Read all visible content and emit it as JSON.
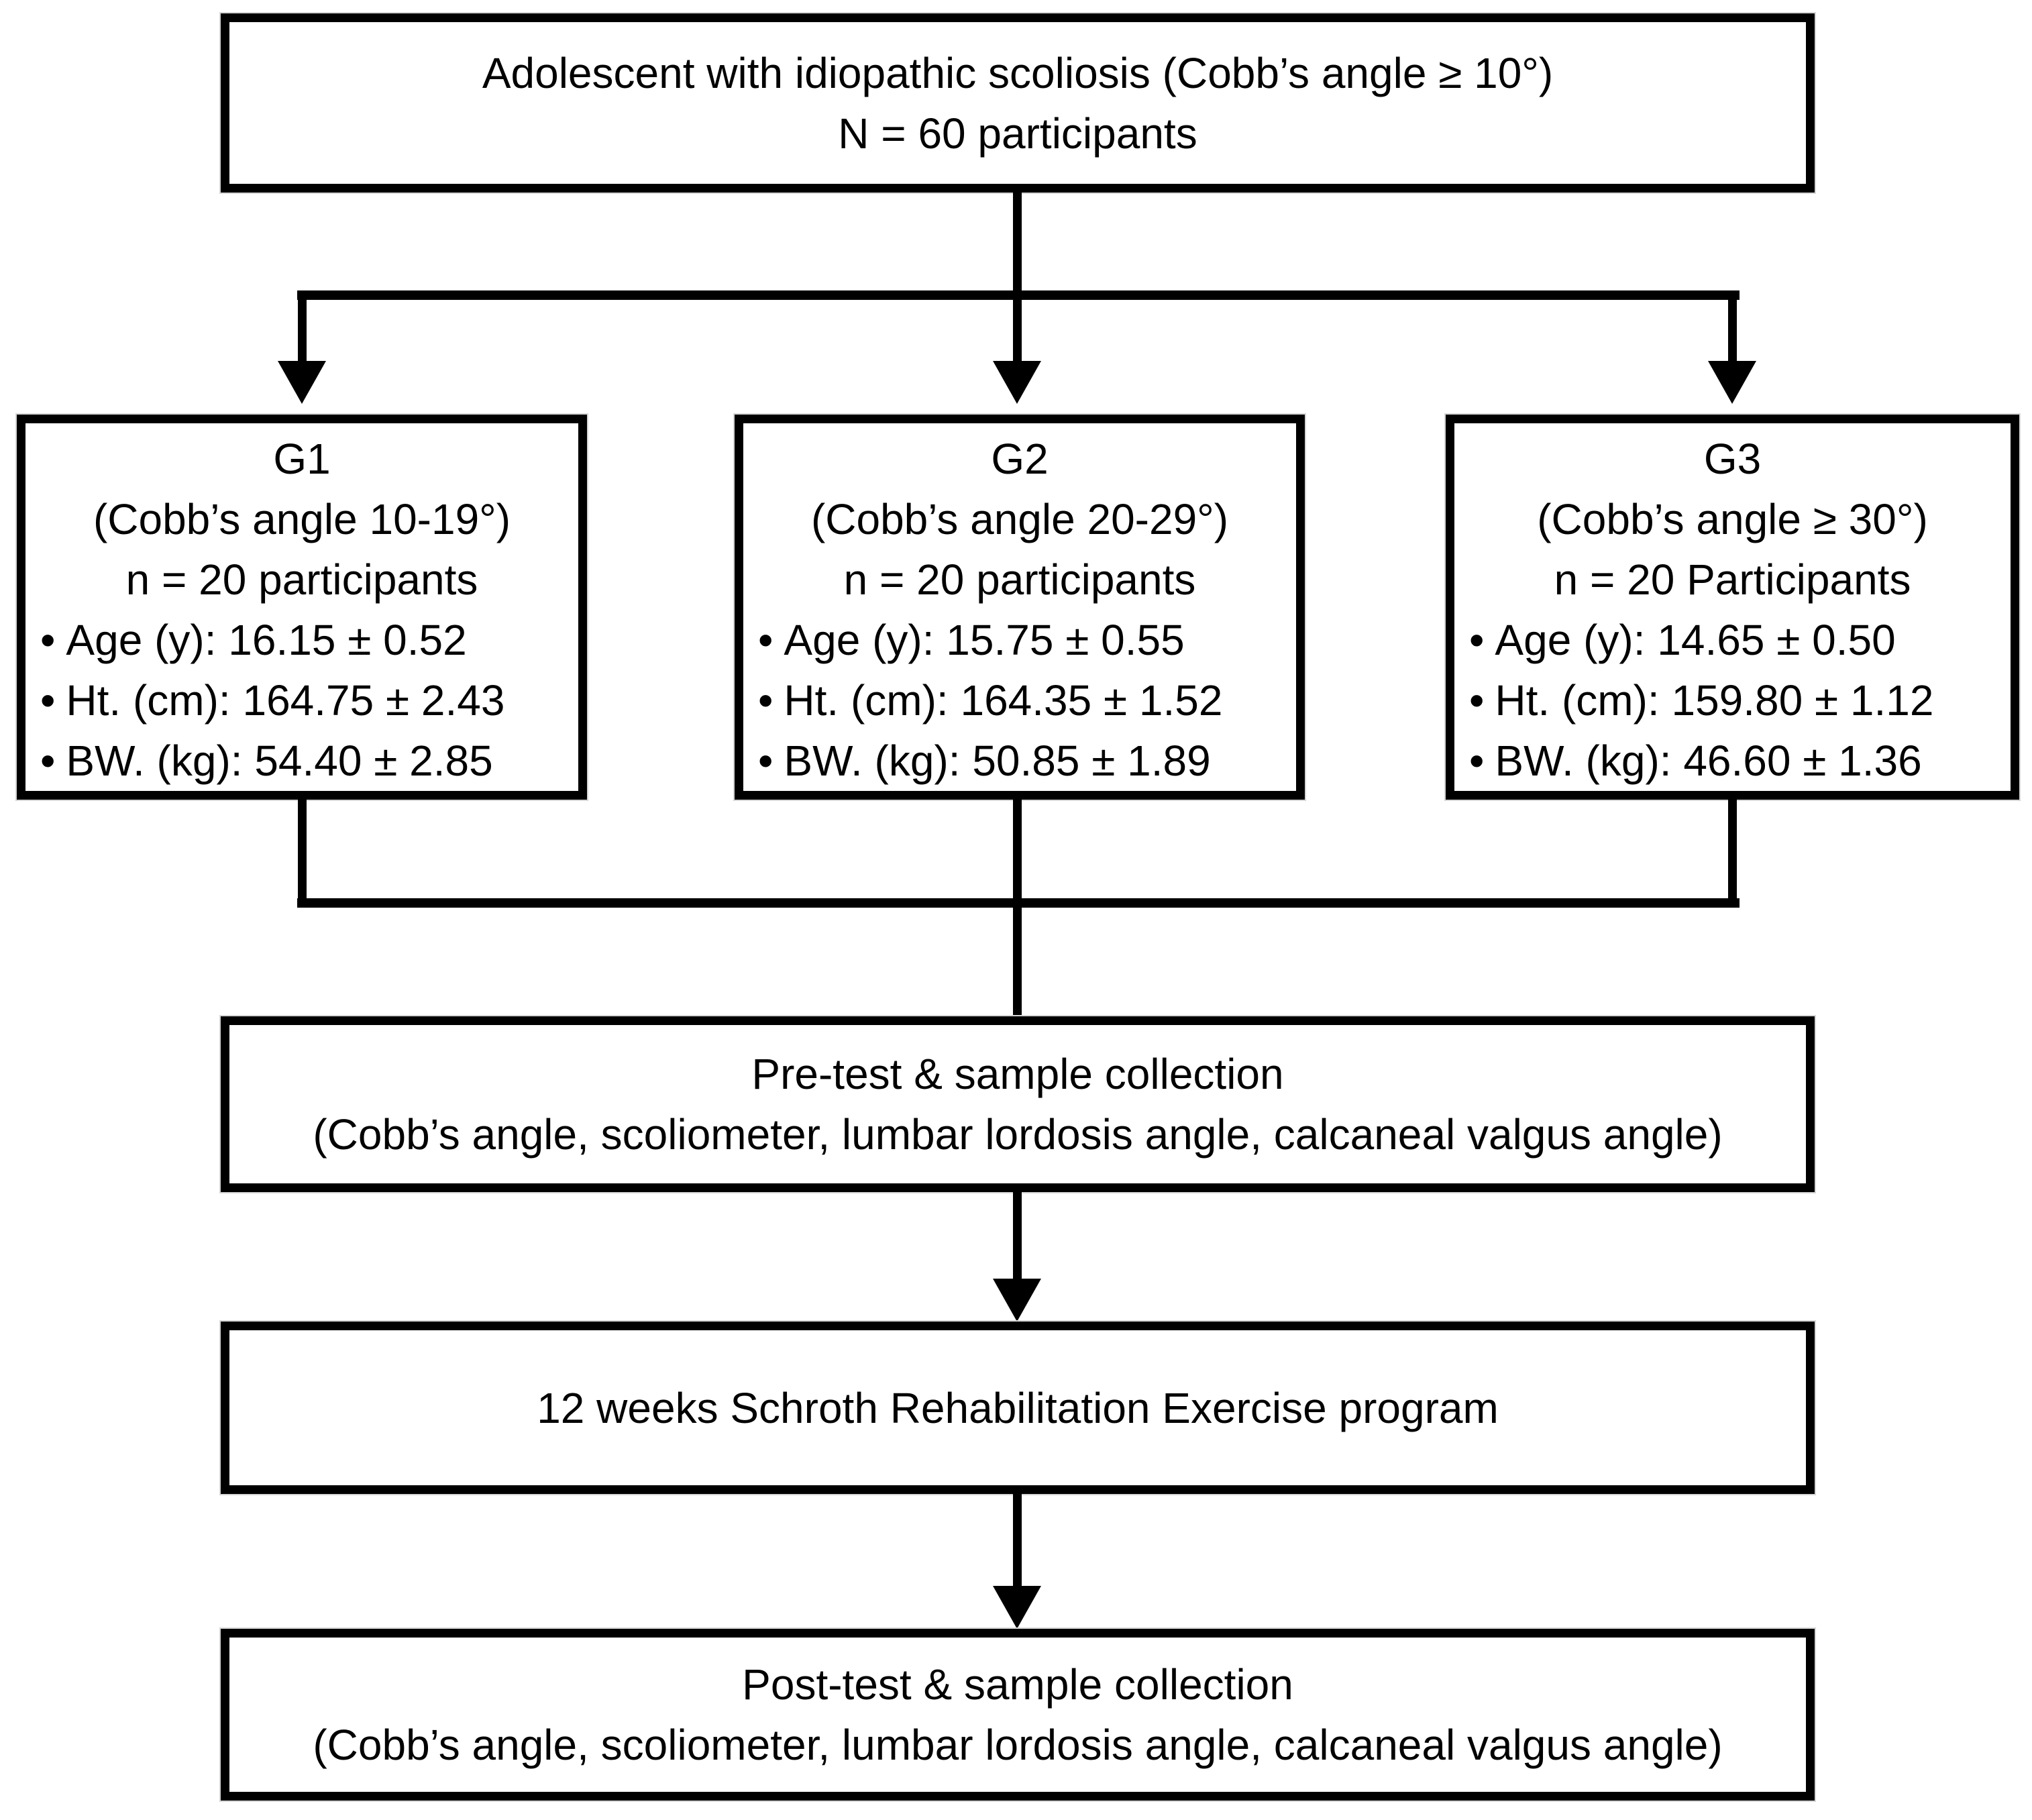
{
  "colors": {
    "ink": "#000000",
    "background": "#ffffff"
  },
  "bullet_char": "•",
  "top_box": {
    "line1": "Adolescent with idiopathic scoliosis (Cobb’s angle ≥ 10°)",
    "line2": "N = 60 participants"
  },
  "groups": [
    {
      "name": "G1",
      "cobb": "(Cobb’s angle 10-19°)",
      "n": "n = 20 participants",
      "age": "Age (y): 16.15 ± 0.52",
      "height": "Ht. (cm): 164.75 ± 2.43",
      "weight": "BW. (kg): 54.40 ± 2.85"
    },
    {
      "name": "G2",
      "cobb": "(Cobb’s angle 20-29°)",
      "n": "n = 20 participants",
      "age": "Age (y): 15.75 ± 0.55",
      "height": "Ht. (cm): 164.35 ± 1.52",
      "weight": "BW. (kg): 50.85 ± 1.89"
    },
    {
      "name": "G3",
      "cobb": "(Cobb’s angle ≥ 30°)",
      "n": "n = 20 Participants",
      "age": "Age (y): 14.65 ± 0.50",
      "height": "Ht. (cm): 159.80 ± 1.12",
      "weight": "BW. (kg): 46.60 ± 1.36"
    }
  ],
  "pretest_box": {
    "line1": "Pre-test & sample collection",
    "line2": "(Cobb’s angle, scoliometer, lumbar lordosis angle, calcaneal valgus angle)"
  },
  "program_box": {
    "line1": "12 weeks Schroth Rehabilitation Exercise program"
  },
  "posttest_box": {
    "line1": "Post-test & sample collection",
    "line2": "(Cobb’s angle, scoliometer, lumbar lordosis angle, calcaneal valgus angle)"
  }
}
